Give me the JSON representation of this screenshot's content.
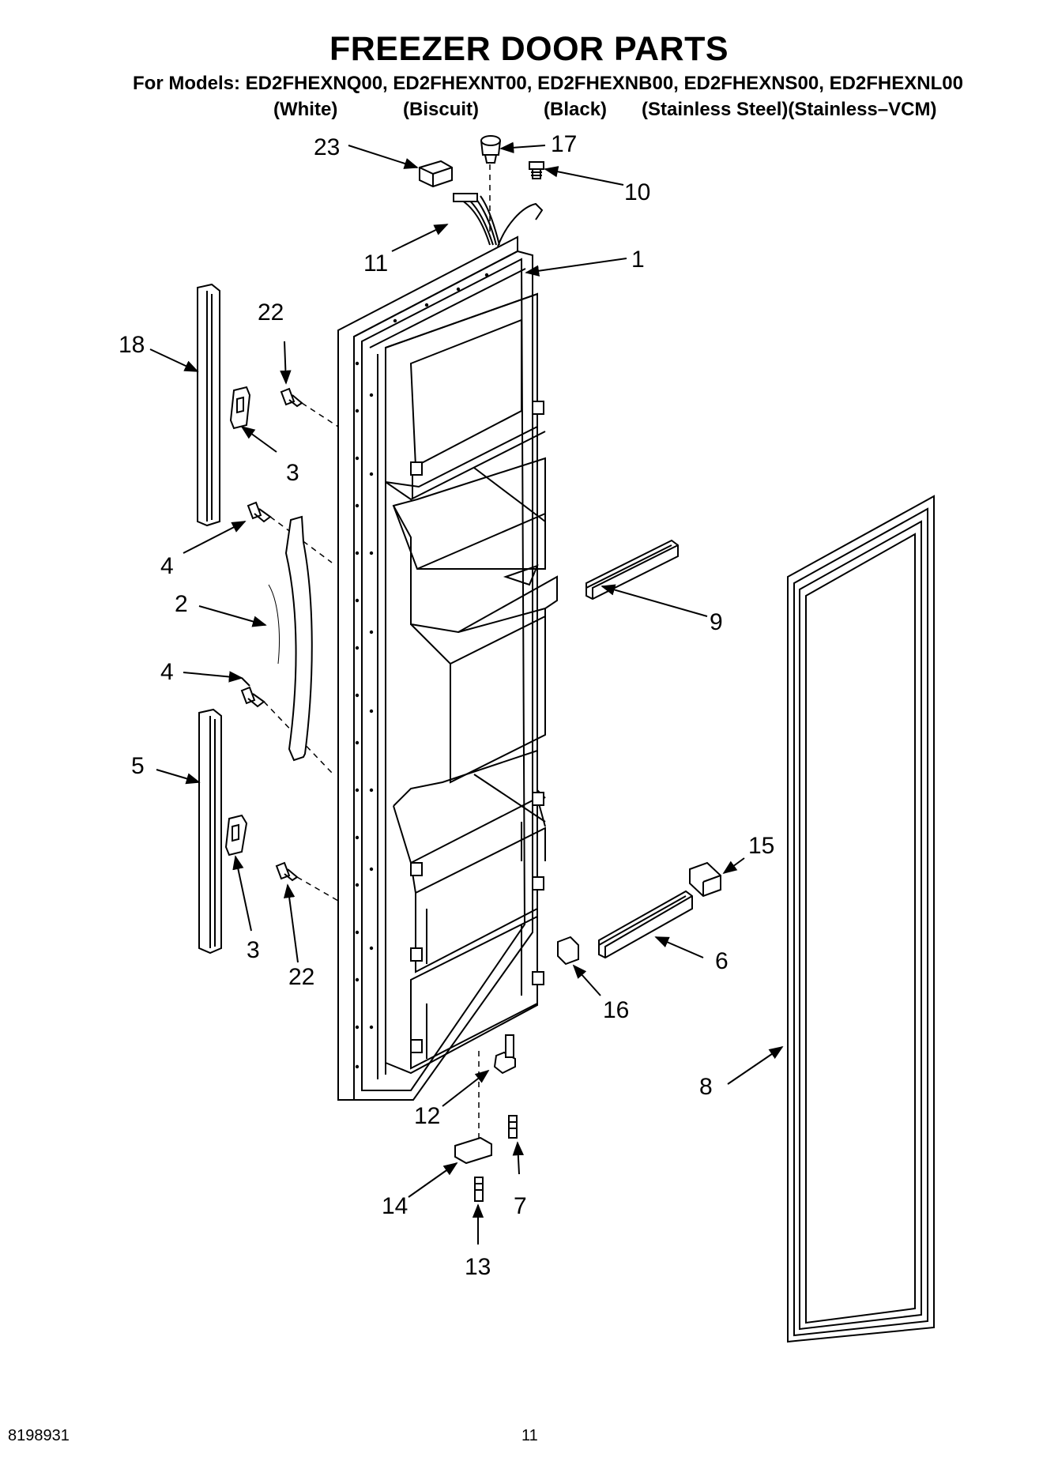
{
  "header": {
    "title": "FREEZER DOOR PARTS",
    "models_line": "For Models: ED2FHEXNQ00, ED2FHEXNT00, ED2FHEXNB00, ED2FHEXNS00, ED2FHEXNL00",
    "variants": [
      "(White)",
      "(Biscuit)",
      "(Black)",
      "(Stainless Steel)(Stainless–VCM)"
    ]
  },
  "callouts": {
    "c1": "1",
    "c2": "2",
    "c3a": "3",
    "c3b": "3",
    "c4a": "4",
    "c4b": "4",
    "c5": "5",
    "c6": "6",
    "c7": "7",
    "c8": "8",
    "c9": "9",
    "c10": "10",
    "c11": "11",
    "c12": "12",
    "c13": "13",
    "c14": "14",
    "c15": "15",
    "c16": "16",
    "c17": "17",
    "c18": "18",
    "c22a": "22",
    "c22b": "22",
    "c23": "23"
  },
  "footer": {
    "doc_number": "8198931",
    "page_number": "11"
  }
}
